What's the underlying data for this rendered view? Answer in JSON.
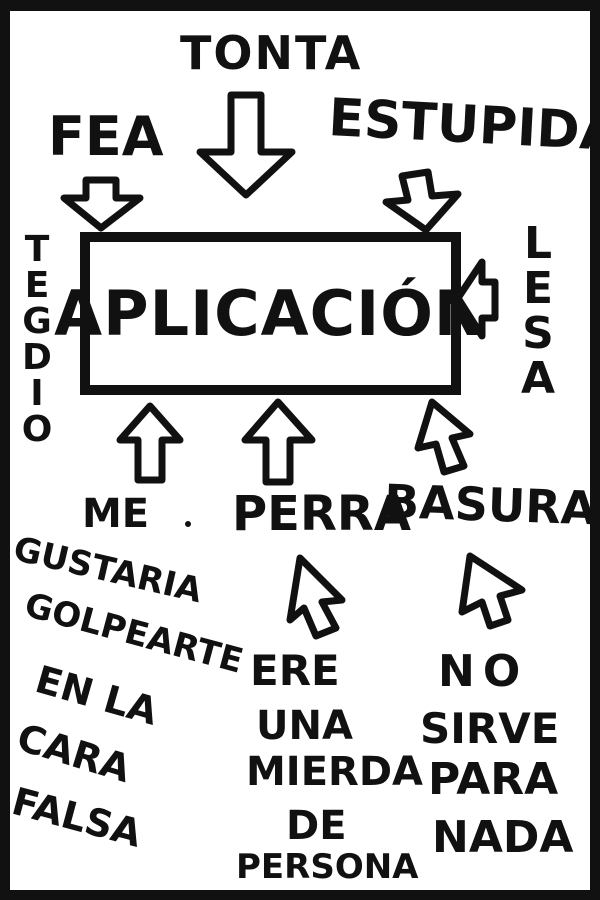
{
  "center": "APLICACIÓN",
  "insults": {
    "tonta": "TONTA",
    "fea": "FEA",
    "estupida": "ESTUPIDA",
    "tegdio": [
      "T",
      "E",
      "G",
      "D",
      "I",
      "O"
    ],
    "lesa": [
      "L",
      "E",
      "S",
      "A"
    ],
    "perra": "PERRA",
    "basura": "BASURA"
  },
  "phrases": {
    "golpearte": [
      "ME",
      "GUSTARIA",
      "GOLPEARTE",
      "EN LA",
      "CARA",
      "FALSA"
    ],
    "mierda": [
      "ERE",
      "UNA",
      "MIERDA",
      "DE",
      "PERSONA"
    ],
    "nada": [
      "NO",
      "SIRVE",
      "PARA",
      "NADA"
    ]
  }
}
